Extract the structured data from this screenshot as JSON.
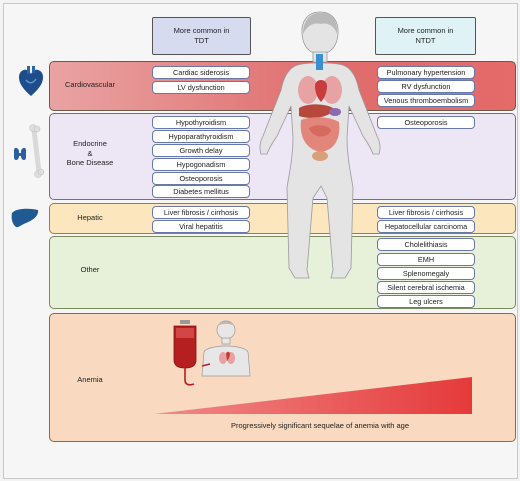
{
  "headers": {
    "tdt": [
      "More common in",
      "TDT"
    ],
    "ntdt": [
      "More common in",
      "NTDT"
    ]
  },
  "categories": {
    "cardiovascular": "Cardiovascular",
    "endocrine": [
      "Endocrine",
      "&",
      "Bone Disease"
    ],
    "hepatic": "Hepatic",
    "other": "Other",
    "anemia": "Anemia"
  },
  "tdt": {
    "cardiovascular": [
      "Cardiac siderosis",
      "LV dysfunction"
    ],
    "endocrine": [
      "Hypothyroidism",
      "Hypoparathyroidism",
      "Growth delay",
      "Hypogonadism",
      "Osteoporosis",
      "Diabetes mellitus"
    ],
    "hepatic": [
      "Liver fibrosis / cirrhosis",
      "Viral hepatitis"
    ]
  },
  "ntdt": {
    "cardiovascular": [
      "Pulmonary hypertension",
      "RV dysfunction",
      "Venous thromboembolism"
    ],
    "endocrine": [
      "Osteoporosis"
    ],
    "hepatic": [
      "Liver fibrosis / cirrhosis",
      "Hepatocellular carcinoma"
    ],
    "other": [
      "Cholelithiasis",
      "EMH",
      "Splenomegaly",
      "Silent cerebral ischemia",
      "Leg ulcers"
    ]
  },
  "anemia_caption": "Progressively significant sequelae of anemia with age",
  "colors": {
    "cardiovascular_band": "#e36b6b",
    "endocrine_band": "#ede6f4",
    "hepatic_band": "#fbe6bd",
    "other_band": "#e7f0d9",
    "anemia_band": "#f9d9bf",
    "anemia_wedge": "#e53a3a",
    "tdt_header": "#d7dbf0",
    "ntdt_header": "#dff3f6"
  },
  "icons": [
    "heart-icon",
    "thyroid-icon",
    "bone-icon",
    "liver-icon",
    "human-body-figure",
    "blood-bag-icon",
    "patient-bust-icon"
  ]
}
